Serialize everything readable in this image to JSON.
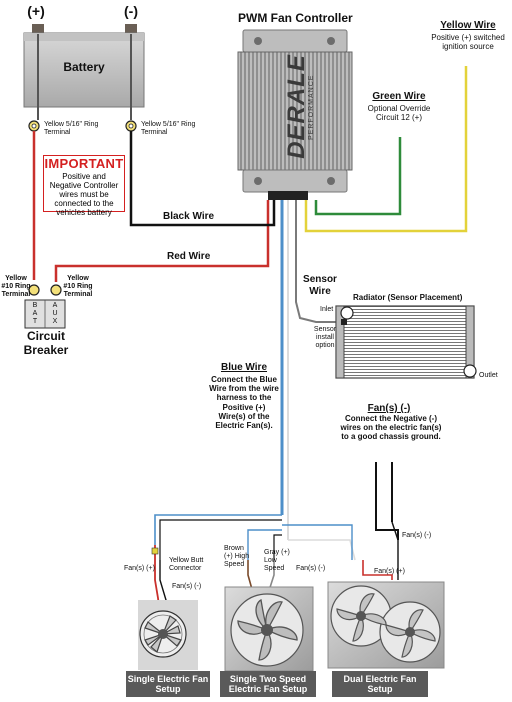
{
  "battery": {
    "plus": "(+)",
    "minus": "(-)",
    "label": "Battery",
    "left_terminal": "Yellow 5/16\" Ring Terminal",
    "right_terminal": "Yellow 5/16\" Ring Terminal"
  },
  "important": {
    "title": "IMPORTANT",
    "body": "Positive and Negative Controller wires must be connected to the vehicles battery"
  },
  "controller": {
    "title": "PWM Fan Controller",
    "brand": "DERALE",
    "brand_sub": "PERFORMANCE"
  },
  "yellow_wire": {
    "title": "Yellow Wire",
    "desc": "Positive (+) switched ignition source"
  },
  "green_wire": {
    "title": "Green Wire",
    "desc": "Optional Override Circuit 12 (+)"
  },
  "wires": {
    "black": "Black Wire",
    "red": "Red Wire"
  },
  "circuit_breaker": {
    "left_terminal": "Yellow #10 Ring Terminal",
    "right_terminal": "Yellow #10 Ring Terminal",
    "bat": "B A T",
    "aux": "A U X",
    "label": "Circuit Breaker"
  },
  "sensor": {
    "wire": "Sensor Wire",
    "inlet": "Inlet",
    "option": "Sensor install option",
    "radiator": "Radiator (Sensor Placement)",
    "outlet": "Outlet"
  },
  "blue_wire": {
    "title": "Blue Wire",
    "desc": "Connect the Blue Wire from the wire harness to the Positive (+) Wire(s) of the Electric Fan(s)."
  },
  "fan_neg": {
    "title": "Fan(s) (-)",
    "desc": "Connect the Negative (-) wires on the electric fan(s) to a good chassis ground."
  },
  "setups": {
    "single": {
      "pos": "Fan(s) (+)",
      "neg": "Fan(s) (-)",
      "butt": "Yellow Butt Connector",
      "caption": "Single Electric Fan Setup"
    },
    "two_speed": {
      "brown": "Brown (+) High Speed",
      "gray": "Gray (+) Low Speed",
      "neg": "Fan(s) (-)",
      "caption": "Single Two Speed Electric Fan Setup"
    },
    "dual": {
      "neg": "Fan(s) (-)",
      "pos": "Fan(s) (+)",
      "caption": "Dual Electric Fan Setup"
    }
  },
  "colors": {
    "red": "#c9302c",
    "black": "#111111",
    "yellow": "#e3d23a",
    "green": "#2e8b3a",
    "blue": "#4d8fc9",
    "important": "#d42020"
  }
}
